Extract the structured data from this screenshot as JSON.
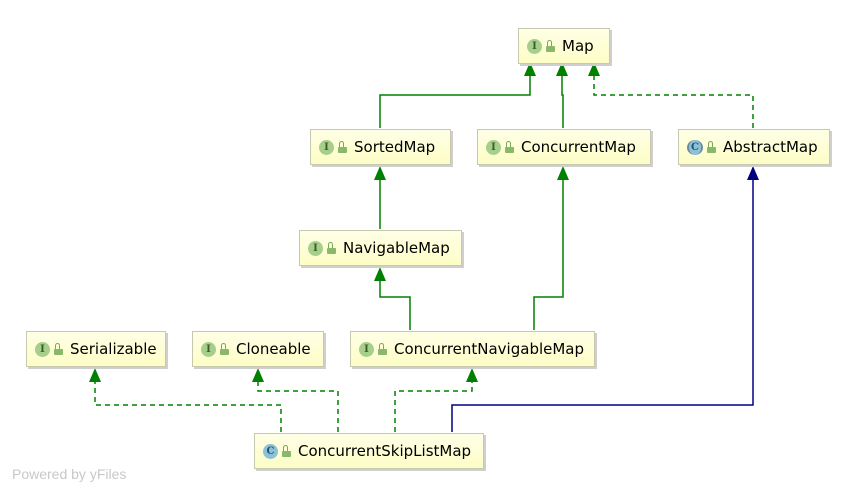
{
  "nodes": {
    "map": {
      "label": "Map",
      "kind": "I"
    },
    "sorted_map": {
      "label": "SortedMap",
      "kind": "I"
    },
    "concurrent_map": {
      "label": "ConcurrentMap",
      "kind": "I"
    },
    "abstract_map": {
      "label": "AbstractMap",
      "kind": "C"
    },
    "navigable_map": {
      "label": "NavigableMap",
      "kind": "I"
    },
    "serializable": {
      "label": "Serializable",
      "kind": "I"
    },
    "cloneable": {
      "label": "Cloneable",
      "kind": "I"
    },
    "concurrent_navigable_map": {
      "label": "ConcurrentNavigableMap",
      "kind": "I"
    },
    "concurrent_skip_list_map": {
      "label": "ConcurrentSkipListMap",
      "kind": "C"
    }
  },
  "colors": {
    "extends_interface": "#008000",
    "implements": "#008000",
    "extends_class": "#000080",
    "node_border": "#c8c8b0"
  },
  "footer": {
    "credit": "Powered by yFiles"
  }
}
